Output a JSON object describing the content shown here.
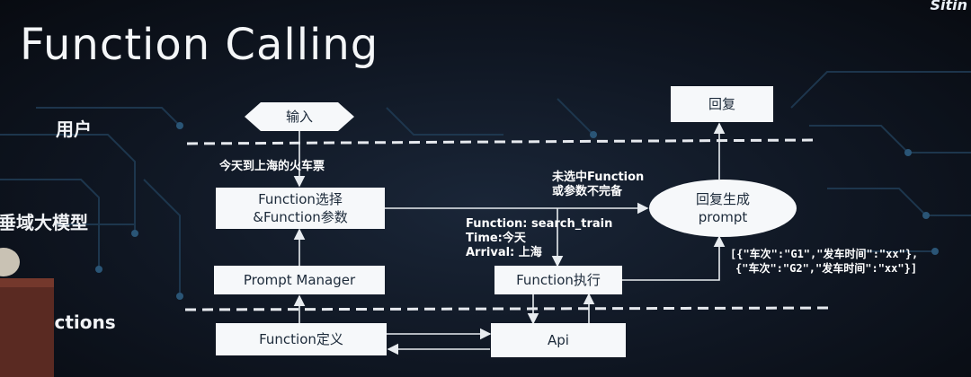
{
  "slide": {
    "title": "Function Calling",
    "logo_text": "Sitin",
    "lanes": {
      "user": "用户",
      "llm": "垂域大模型",
      "functions": "unctions"
    },
    "nodes": {
      "input": "输入",
      "reply": "回复",
      "function_select_line1": "Function选择",
      "function_select_line2": "&Function参数",
      "prompt_manager": "Prompt Manager",
      "function_exec": "Function执行",
      "reply_gen_line1": "回复生成",
      "reply_gen_line2": "prompt",
      "function_def": "Function定义",
      "api": "Api"
    },
    "annotations": {
      "query": "今天到上海的火车票",
      "no_function_line1": "未选中Function",
      "no_function_line2": "或参数不完备",
      "call_line1": "Function:  search_train",
      "call_line2": "Time:今天",
      "call_line3": "Arrival:  上海",
      "result_line1": "[{\"车次\":\"G1\",\"发车时间\":\"xx\"},",
      "result_line2": "{\"车次\":\"G2\",\"发车时间\":\"xx\"}]"
    }
  }
}
